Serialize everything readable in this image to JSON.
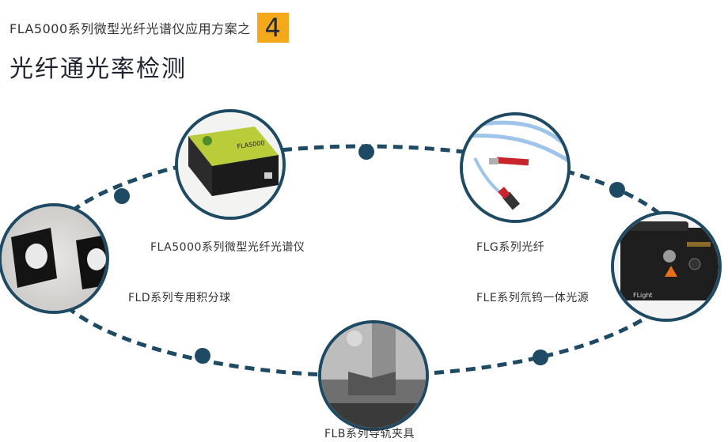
{
  "header": {
    "subtitle": "FLA5000系列微型光纤光谱仪应用方案之",
    "case_number": "4",
    "title": "光纤通光率检测"
  },
  "products": [
    {
      "id": "spectrometer",
      "label": "FLA5000系列微型光纤光谱仪",
      "image_text": "FLA5000"
    },
    {
      "id": "fiber",
      "label": "FLG系列光纤"
    },
    {
      "id": "sphere",
      "label": "FLD系列专用积分球"
    },
    {
      "id": "lightsource",
      "label": "FLE系列氘钨一体光源",
      "image_text": "FLight"
    },
    {
      "id": "clamp",
      "label": "FLB系列导轨夹具"
    }
  ],
  "colors": {
    "ring": "#1f4a63",
    "accent": "#f4a81c",
    "circle_border": "#1f4a63"
  }
}
